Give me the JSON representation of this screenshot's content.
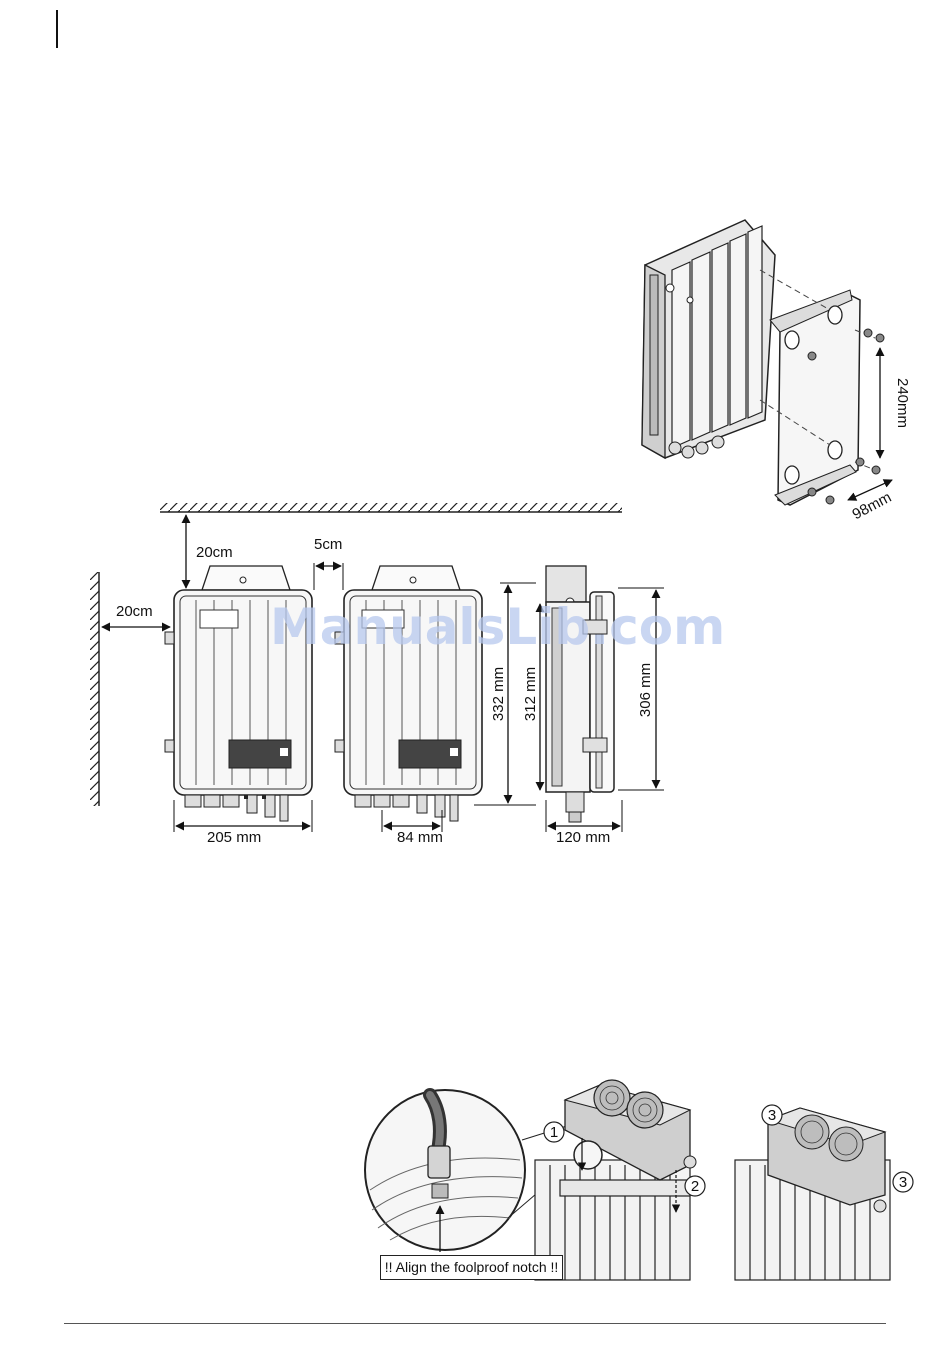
{
  "dimensions": {
    "bracket_hole_spacing": "240mm",
    "bracket_depth": "98mm",
    "clearance_top": "20cm",
    "clearance_side": "20cm",
    "clearance_between": "5cm",
    "width": "205 mm",
    "connector_spacing": "84 mm",
    "height_overall": "332 mm",
    "height_body": "312 mm",
    "height_side": "306 mm",
    "depth": "120 mm"
  },
  "watermark": "ManualsLib.com",
  "fan_install": {
    "step1": "1",
    "step2": "2",
    "step3a": "3",
    "step3b": "3",
    "warning": "!! Align the foolproof notch !!"
  },
  "colors": {
    "line": "#222222",
    "fill_light": "#f2f2f2",
    "fill_mid": "#dcdcdc",
    "fill_dark": "#9a9a9a",
    "watermark": "#b8c9ee"
  }
}
